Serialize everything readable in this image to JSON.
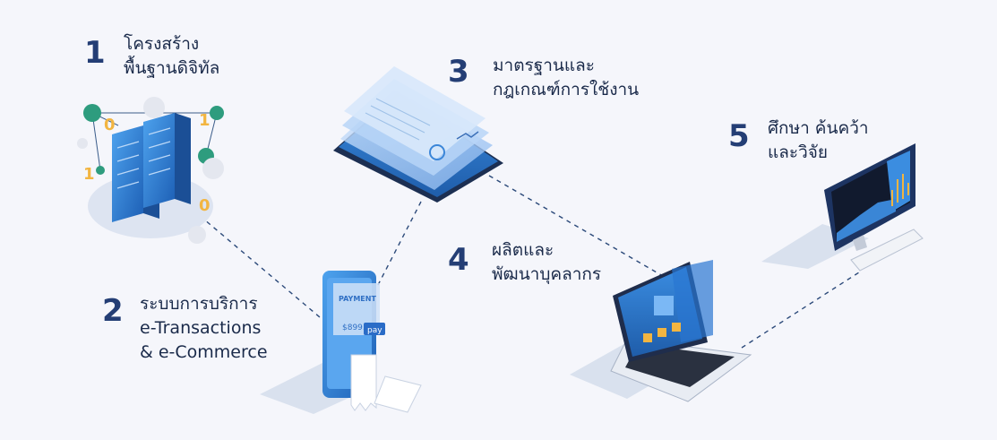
{
  "colors": {
    "number": "#243e75",
    "text": "#1a2a4a",
    "accent": "#2f7dd4",
    "background": "#f5f6fb",
    "dash": "#2c4a7a"
  },
  "steps": [
    {
      "num": "1",
      "lines": [
        "โครงสร้าง",
        "พื้นฐานดิจิทัล"
      ],
      "icon": "server-rack-icon"
    },
    {
      "num": "2",
      "lines": [
        "ระบบการบริการ",
        "e-Transactions",
        "& e-Commerce"
      ],
      "icon": "mobile-payment-icon",
      "art_text": [
        "PAYMENT",
        "$899.00",
        "pay"
      ]
    },
    {
      "num": "3",
      "lines": [
        "มาตรฐานและ",
        "กฎเกณฑ์การใช้งาน"
      ],
      "icon": "tablet-document-icon"
    },
    {
      "num": "4",
      "lines": [
        "ผลิตและ",
        "พัฒนาบุคลากร"
      ],
      "icon": "laptop-people-icon"
    },
    {
      "num": "5",
      "lines": [
        "ศึกษา ค้นคว้า",
        "และวิจัย"
      ],
      "icon": "monitor-chart-icon"
    }
  ]
}
